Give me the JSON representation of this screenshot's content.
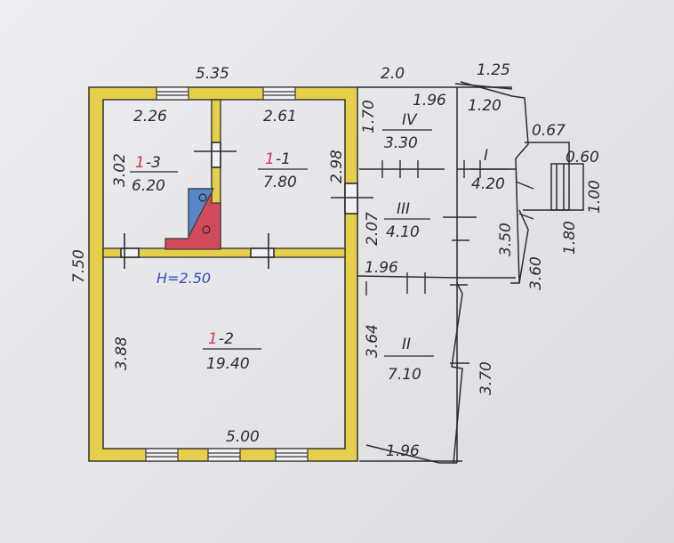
{
  "plan": {
    "dims": {
      "top_total": "5.35",
      "top_ext": "2.0",
      "top_ext2": "1.25",
      "left_total": "7.50",
      "room13_w": "2.26",
      "room13_h": "3.02",
      "room11_w": "2.61",
      "room11_h": "2.98",
      "room12_h_left": "3.88",
      "room12_h_right": "3.64",
      "room12_w": "5.00",
      "iv_w": "1.96",
      "iv_h": "1.70",
      "iii_h": "2.07",
      "iii_w": "1.96",
      "i_w": "1.20",
      "i_h": "3.50",
      "ext_h": "3.60",
      "porch_a": "0.67",
      "porch_b": "0.60",
      "porch_c": "1.00",
      "porch_d": "1.80",
      "ii_h": "3.70",
      "ii_w": "1.96"
    },
    "rooms": {
      "r13": {
        "num_a": "1",
        "num_b": "-3",
        "area": "6.20"
      },
      "r11": {
        "num_a": "1",
        "num_b": "-1",
        "area": "7.80"
      },
      "r12": {
        "num_a": "1",
        "num_b": "-2",
        "area": "19.40"
      },
      "iv": {
        "name": "IV",
        "area": "3.30"
      },
      "iii": {
        "name": "III",
        "area": "4.10"
      },
      "i": {
        "name": "I",
        "area": "4.20"
      },
      "ii": {
        "name": "II",
        "area": "7.10"
      }
    },
    "height_note": "H=2.50",
    "colors": {
      "wall": "#e6cf4a",
      "stove": "#d04a5a",
      "stove_alt": "#5a86c8",
      "ink": "#2a2a30",
      "red_ink": "#d8334a",
      "blue_ink": "#2f4fb8"
    }
  }
}
